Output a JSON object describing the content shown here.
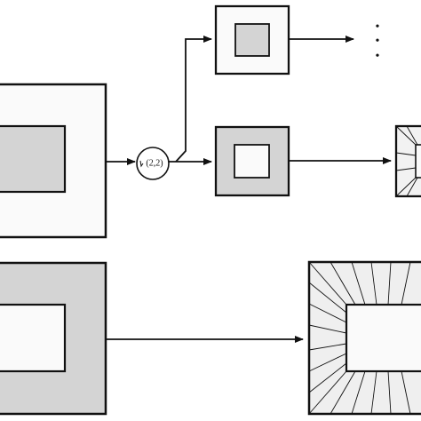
{
  "diagram": {
    "operator_label": "(2,2)",
    "continuation_dots": [
      "•",
      "•",
      "•"
    ],
    "colors": {
      "stroke": "#111111",
      "outer_light": "#fafafa",
      "outer_dark": "#d4d4d4",
      "inner_light": "#fafafa",
      "inner_dark": "#d4d4d4",
      "background": "#ffffff"
    },
    "nodes": [
      {
        "id": "input-upper",
        "style": "light-outer-dark-inner"
      },
      {
        "id": "branch-top",
        "style": "light-outer-dark-inner"
      },
      {
        "id": "branch-middle",
        "style": "dark-outer-light-inner"
      },
      {
        "id": "output-right-partial",
        "style": "radial-partial"
      },
      {
        "id": "input-lower",
        "style": "dark-outer-light-inner"
      },
      {
        "id": "output-lower-radial",
        "style": "radial-outer-light-inner"
      }
    ],
    "edges": [
      {
        "from": "input-upper",
        "to": "operator"
      },
      {
        "from": "operator",
        "to": "branch-top"
      },
      {
        "from": "operator",
        "to": "branch-middle"
      },
      {
        "from": "branch-top",
        "to": "continuation"
      },
      {
        "from": "branch-middle",
        "to": "output-right-partial"
      },
      {
        "from": "input-lower",
        "to": "output-lower-radial"
      }
    ]
  }
}
